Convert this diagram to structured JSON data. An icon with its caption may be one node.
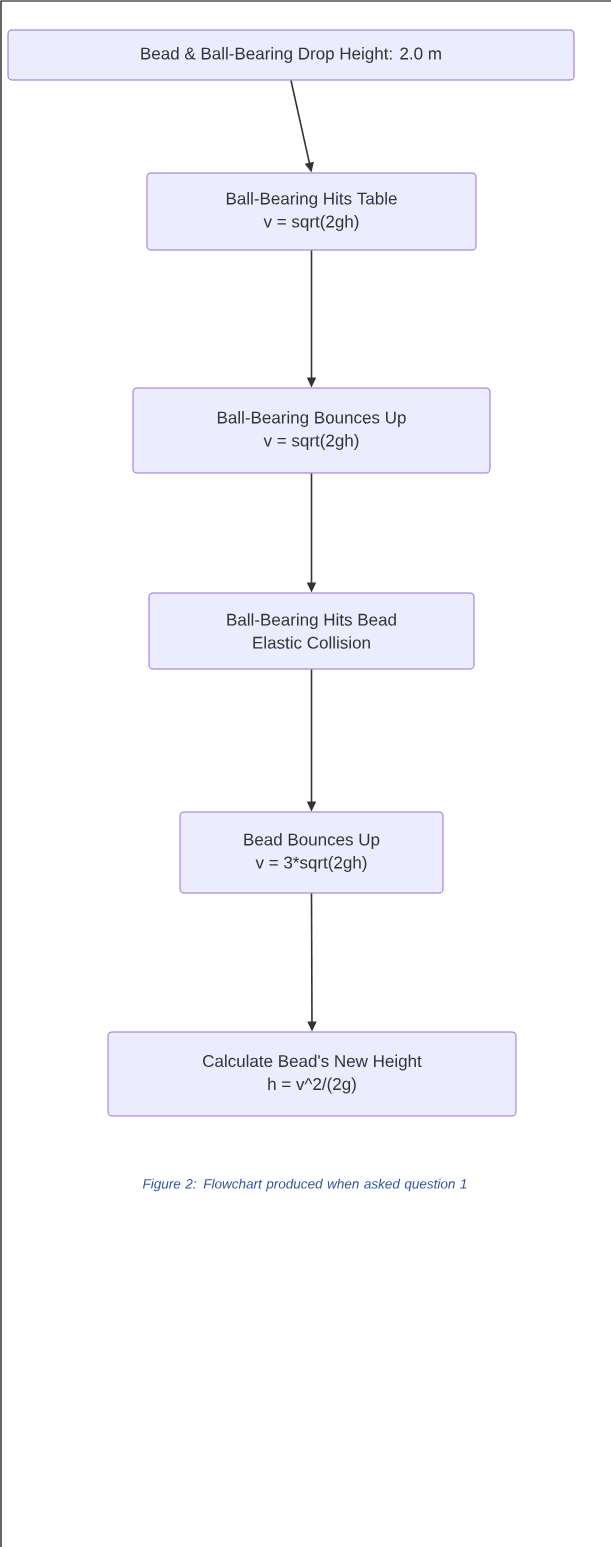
{
  "diagram": {
    "caption": "Figure 2: Flowchart produced when asked question 1",
    "nodes": [
      {
        "text": [
          "Bead & Ball-Bearing Drop Height: 2.0 m"
        ]
      },
      {
        "text": [
          "Ball-Bearing Hits Table",
          "v = sqrt(2gh)"
        ]
      },
      {
        "text": [
          "Ball-Bearing Bounces Up",
          "v = sqrt(2gh)"
        ]
      },
      {
        "text": [
          "Ball-Bearing Hits Bead",
          "Elastic Collision"
        ]
      },
      {
        "text": [
          "Bead Bounces Up",
          "v = 3*sqrt(2gh)"
        ]
      },
      {
        "text": [
          "Calculate Bead's New Height",
          "h = v^2/(2g)"
        ]
      }
    ],
    "edges": [
      {
        "from": 0,
        "to": 1,
        "arrow": "to"
      },
      {
        "from": 1,
        "to": 2,
        "arrow": "to"
      },
      {
        "from": 2,
        "to": 3,
        "arrow": "to"
      },
      {
        "from": 3,
        "to": 4,
        "arrow": "to"
      },
      {
        "from": 4,
        "to": 5,
        "arrow": "to"
      }
    ]
  }
}
